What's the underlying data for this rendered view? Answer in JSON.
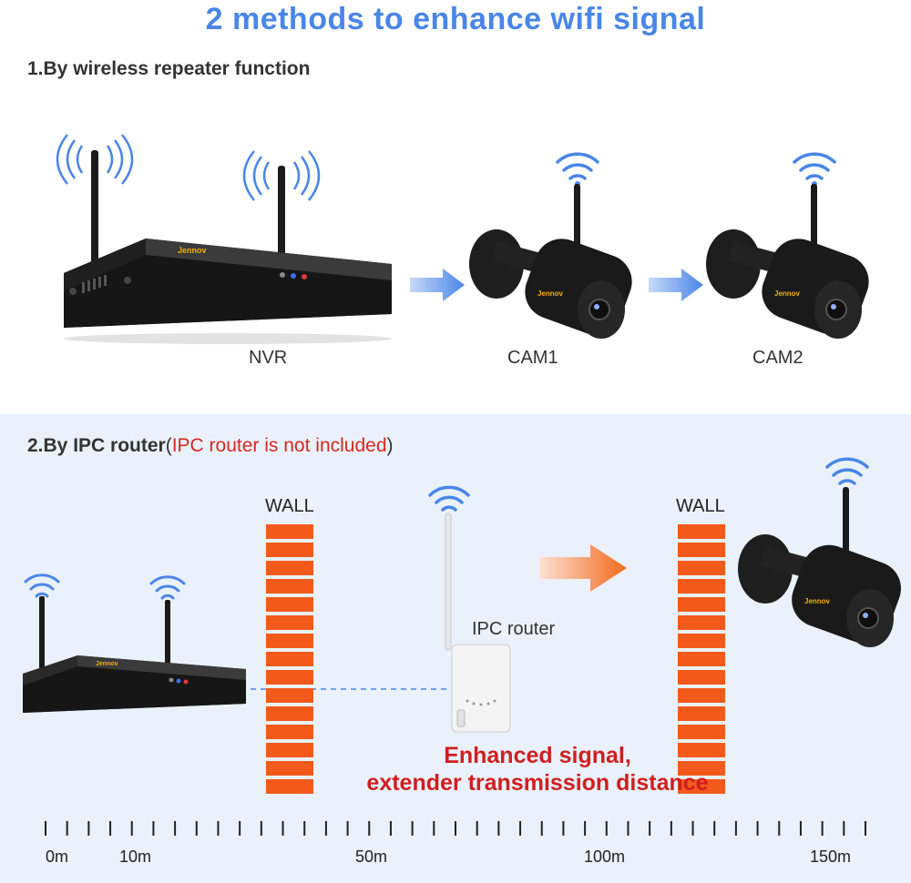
{
  "title": "2 methods to enhance wifi signal",
  "section1": {
    "heading": "1.By wireless repeater function",
    "brand": "Jennov",
    "labels": {
      "nvr": "NVR",
      "cam1": "CAM1",
      "cam2": "CAM2"
    }
  },
  "section2": {
    "heading": "2.By IPC router",
    "paren_open": "(",
    "note": "IPC router is not included",
    "paren_close": ")",
    "brand": "Jennov",
    "wall_left": "WALL",
    "wall_right": "WALL",
    "router_label": "IPC router",
    "enhanced_line1": "Enhanced signal,",
    "enhanced_line2": "extender transmission distance"
  },
  "ruler": {
    "labels": [
      "0m",
      "10m",
      "50m",
      "100m",
      "150m"
    ]
  },
  "colors": {
    "title_blue": "#4a86e8",
    "brick_orange": "#f25a1c",
    "note_red": "#d42a20",
    "section_bg": "#eaf1fb"
  }
}
